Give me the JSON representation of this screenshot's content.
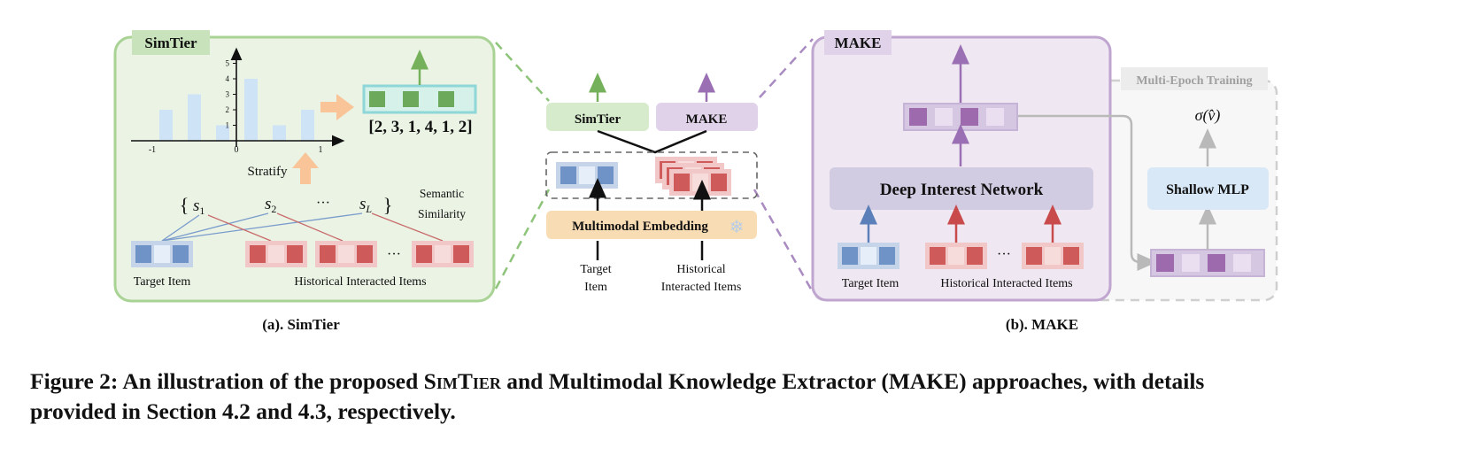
{
  "simtier": {
    "tag": "SimTier",
    "histogram": {
      "y_ticks": [
        "1",
        "2",
        "3",
        "4",
        "5"
      ],
      "x_ticks": [
        "-1",
        "0",
        "1"
      ],
      "bar_values": [
        2,
        3,
        1,
        4,
        1,
        2
      ]
    },
    "output_vector": "[2, 3, 1, 4, 1, 2]",
    "stratify_label": "Stratify",
    "set_open": "{",
    "set_close": "}",
    "sims": [
      "s",
      "s",
      "s"
    ],
    "sim_subs": [
      "1",
      "2",
      "L"
    ],
    "sims_ellipsis": "···",
    "semantic_line1": "Semantic",
    "semantic_line2": "Similarity",
    "items_ellipsis": "···",
    "target_label": "Target Item",
    "history_label": "Historical Interacted Items",
    "subcaption": "(a). SimTier"
  },
  "center": {
    "simtier_label": "SimTier",
    "make_label": "MAKE",
    "embedding_label": "Multimodal Embedding",
    "snowflake": "❄",
    "target_line1": "Target",
    "target_line2": "Item",
    "history_line1": "Historical",
    "history_line2": "Interacted Items"
  },
  "make": {
    "tag": "MAKE",
    "multi_epoch": "Multi-Epoch Training",
    "din": "Deep Interest Network",
    "mlp": "Shallow MLP",
    "sigma": "σ(v̂)",
    "items_ellipsis": "···",
    "target_label": "Target Item",
    "history_label": "Historical Interacted Items",
    "subcaption": "(b). MAKE"
  },
  "caption": {
    "prefix": "Figure 2: An illustration of the proposed",
    "simtier_word": "SimTier",
    "rest_line1": "and Multimodal Knowledge Extractor (MAKE) approaches, with details",
    "line2": "provided in Section 4.2 and 4.3, respectively."
  },
  "colors": {
    "simtier_green": "#8dc47a",
    "simtier_bg": "#eaf3e4",
    "make_purple": "#a98bc1",
    "make_bg": "#efe7f1",
    "blue_item": "#6f93c6",
    "red_item": "#cf5a5a",
    "bar_blue": "#cfe3f7",
    "arrow_orange": "#f7c08f",
    "embed_orange": "#f8dcb4"
  }
}
